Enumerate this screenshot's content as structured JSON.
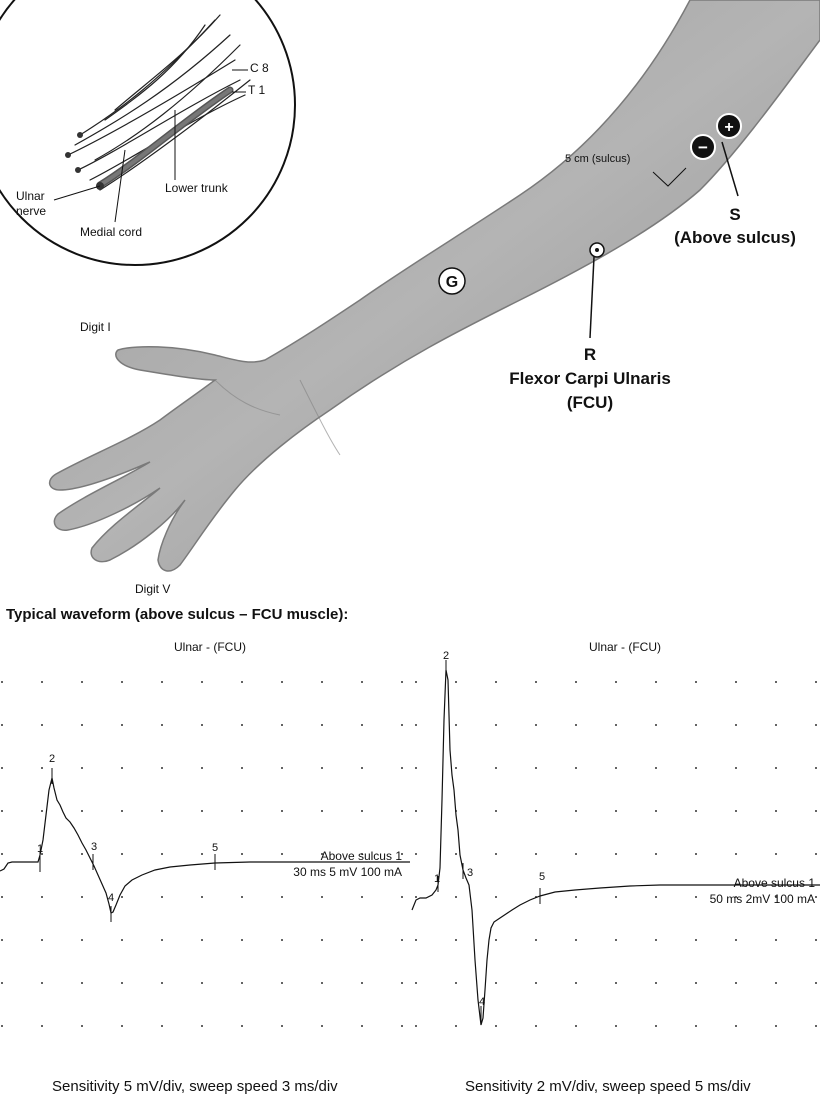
{
  "illustration": {
    "inset": {
      "labels": {
        "c8": "C 8",
        "t1": "T 1",
        "ulnar_nerve_line1": "Ulnar",
        "ulnar_nerve_line2": "nerve",
        "lower_trunk": "Lower trunk",
        "medial_cord": "Medial cord"
      }
    },
    "distance_label": "5 cm (sulcus)",
    "stimulation": {
      "minus": "−",
      "plus": "+",
      "site_letter": "S",
      "site_desc": "(Above sulcus)"
    },
    "recording": {
      "letter": "R",
      "muscle": "Flexor Carpi Ulnaris",
      "abbrev": "(FCU)"
    },
    "ground": "G",
    "digit_i": "Digit I",
    "digit_v": "Digit V"
  },
  "waveform_heading": "Typical waveform (above sulcus – FCU muscle):",
  "traces": [
    {
      "title": "Ulnar - (FCU)",
      "site_label": "Above sulcus 1",
      "settings_label": "30 ms 5 mV 100 mA",
      "caption": "Sensitivity 5 mV/div, sweep speed 3 ms/div",
      "markers": [
        "1",
        "2",
        "3",
        "4",
        "5"
      ]
    },
    {
      "title": "Ulnar - (FCU)",
      "site_label": "Above sulcus 1",
      "settings_label": "50 ms 2mV 100 mA",
      "caption": "Sensitivity 2 mV/div, sweep speed 5 ms/div",
      "markers": [
        "1",
        "2",
        "3",
        "4",
        "5"
      ]
    }
  ]
}
